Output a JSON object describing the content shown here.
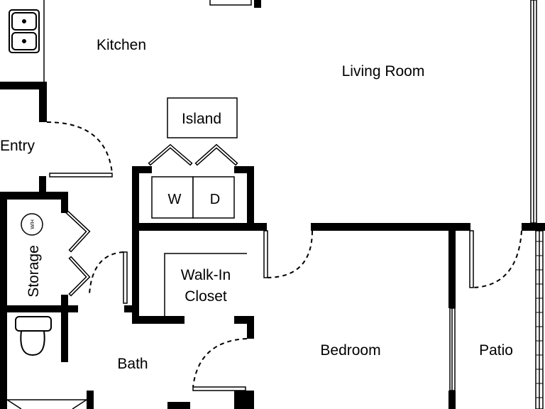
{
  "rooms": {
    "kitchen": "Kitchen",
    "living_room": "Living Room",
    "entry": "Entry",
    "island": "Island",
    "washer": "W",
    "dryer": "D",
    "storage": "Storage",
    "water_heater": "W/H",
    "walk_in_closet_line1": "Walk-In",
    "walk_in_closet_line2": "Closet",
    "bedroom": "Bedroom",
    "patio": "Patio",
    "bath": "Bath"
  },
  "colors": {
    "wall": "#000000",
    "background": "#ffffff"
  },
  "icons": [
    "sink-icon",
    "toilet-icon",
    "water-heater-icon",
    "door-swing-icon",
    "bifold-door-icon",
    "window-icon"
  ]
}
